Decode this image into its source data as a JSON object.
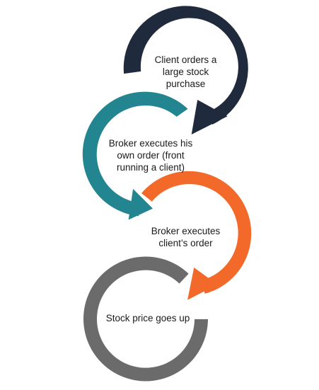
{
  "steps": [
    {
      "lines": [
        "Client orders a",
        "large stock",
        "purchase"
      ],
      "color": "#1f2a3c"
    },
    {
      "lines": [
        "Broker executes his",
        "own order (front",
        "running a client)"
      ],
      "color": "#23858f"
    },
    {
      "lines": [
        "Broker executes",
        "client’s order"
      ],
      "color": "#f2692a"
    },
    {
      "lines": [
        "Stock price goes up"
      ],
      "color": "#6b6b6b"
    }
  ]
}
